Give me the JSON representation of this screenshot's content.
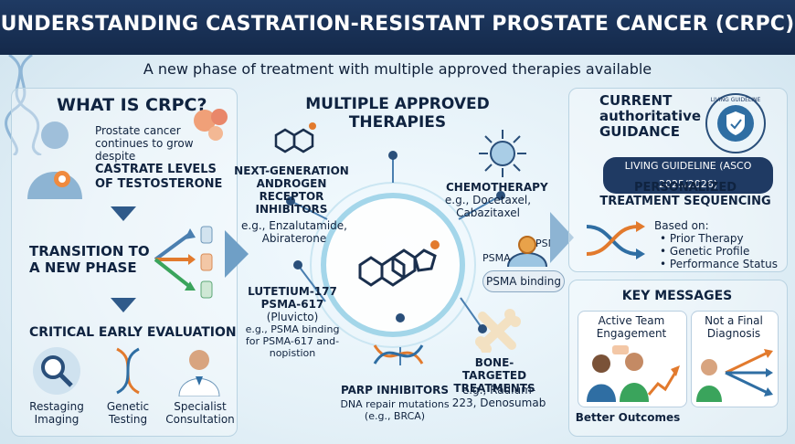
{
  "header": {
    "title": "UNDERSTANDING CASTRATION-RESISTANT PROSTATE CANCER (CRPC)"
  },
  "subtitle": "A new phase of treatment with multiple approved therapies available",
  "left": {
    "what_title": "WHAT IS CRPC?",
    "what_text": "Prostate cancer continues to grow despite",
    "what_emph": "CASTRATE LEVELS OF TESTOSTERONE",
    "transition_title": "TRANSITION TO A NEW PHASE",
    "evaluation_title": "CRITICAL EARLY EVALUATION",
    "evaluation_items": [
      {
        "label": "Restaging Imaging",
        "icon": "magnifier-icon"
      },
      {
        "label": "Genetic Testing",
        "icon": "dna-icon"
      },
      {
        "label": "Specialist Consultation",
        "icon": "doctor-icon"
      }
    ]
  },
  "center": {
    "title": "MULTIPLE APPROVED THERAPIES",
    "therapies": [
      {
        "name": "NEXT-GENERATION ANDROGEN RECEPTOR INHIBITORS",
        "example": "e.g., Enzalutamide, Abiraterone"
      },
      {
        "name": "CHEMOTHERAPY",
        "example": "e.g., Docetaxel, Cabazitaxel"
      },
      {
        "name": "LUTETIUM-177 PSMA-617",
        "sub": "(Pluvicto)",
        "example": "e.g., PSMA binding for PSMA-617 and-nopistion"
      },
      {
        "name": "PSMA binding",
        "labels": [
          "PSMA",
          "PSMA"
        ]
      },
      {
        "name": "BONE-TARGETED TREATMENTS",
        "example": "e.g., Radium-223, Denosumab"
      },
      {
        "name": "PARP INHIBITORS",
        "example": "DNA repair mutations (e.g., BRCA)"
      }
    ]
  },
  "right": {
    "guidance_title": "CURRENT authoritative GUIDANCE",
    "seal_text": "LIVING GUIDELINE",
    "guideline_pill": "LIVING GUIDELINE (ASCO 2025/2026)",
    "sequencing_title": "PERSONALIZED TREATMENT SEQUENCING",
    "based_on": "Based on:",
    "factors": [
      "• Prior Therapy",
      "• Genetic Profile",
      "• Performance Status"
    ],
    "key_title": "KEY MESSAGES",
    "messages": [
      "Active Team Engagement",
      "Not a Final Diagnosis"
    ],
    "outcome": "Better Outcomes"
  },
  "colors": {
    "header": "#1f3a63",
    "accent": "#4a7fb0",
    "orange": "#e27a2d",
    "green": "#3aa45c"
  }
}
